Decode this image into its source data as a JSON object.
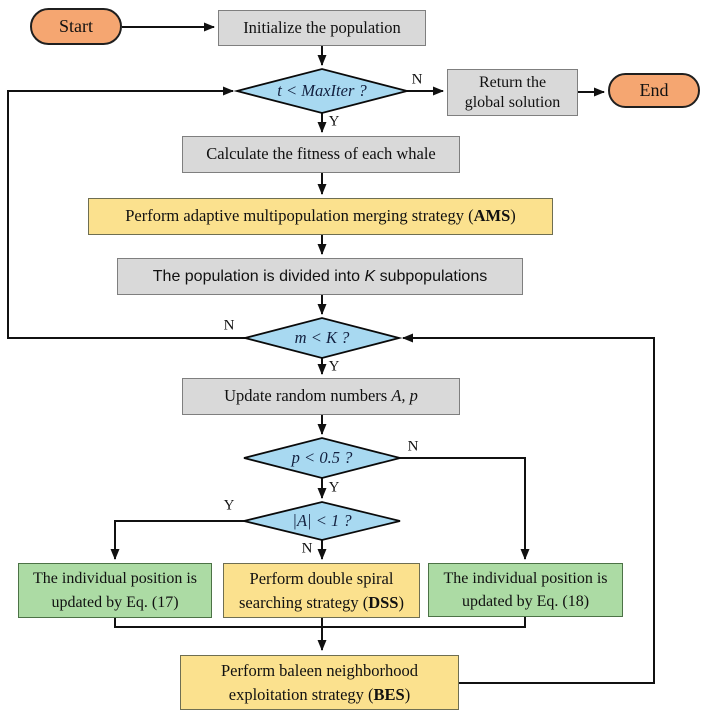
{
  "colors": {
    "terminator-fill": "#F5A671",
    "terminator-border": "#1f1f1f",
    "process-fill": "#D9D9D9",
    "process-border": "#7F7F7F",
    "strategy-fill": "#FBE18E",
    "strategy-border": "#6E6E52",
    "position-fill": "#ACDBA4",
    "position-border": "#4C7246",
    "decision-fill": "#A8D9F1",
    "decision-border": "#0a0a0a",
    "decision-text": "#13203f",
    "line": "#111111"
  },
  "nodes": {
    "start": {
      "label": "Start"
    },
    "initialize": {
      "label": "Initialize the population"
    },
    "maxiter_decision": {
      "label": "t < MaxIter ?"
    },
    "return_solution": {
      "line1": "Return the",
      "line2": "global solution"
    },
    "end": {
      "label": "End"
    },
    "calc_fitness": {
      "label": "Calculate the fitness of each whale"
    },
    "ams": {
      "pre": "Perform adaptive multipopulation merging strategy (",
      "abbr": "AMS",
      "post": ")"
    },
    "k_subpopulations": {
      "pre": "The population is divided into ",
      "var": "K",
      "post": " subpopulations"
    },
    "mk_decision": {
      "label": "m < K ?"
    },
    "update_random": {
      "pre": "Update random numbers ",
      "vars": "A, p"
    },
    "p_decision": {
      "label": "p < 0.5 ?"
    },
    "a_decision": {
      "label": "|A| < 1 ?"
    },
    "eq17": {
      "line1": "The individual position is",
      "line2": "updated by Eq. (17)"
    },
    "dss": {
      "line1": "Perform double spiral",
      "line2_pre": "searching strategy (",
      "abbr": "DSS",
      "post": ")"
    },
    "eq18": {
      "line1": "The individual position is",
      "line2": "updated by Eq. (18)"
    },
    "bes": {
      "line1": "Perform baleen neighborhood",
      "line2_pre": "exploitation strategy (",
      "abbr": "BES",
      "post": ")"
    }
  },
  "edge_labels": {
    "maxiter_no": "N",
    "maxiter_yes": "Y",
    "mk_no": "N",
    "mk_yes": "Y",
    "p_no": "N",
    "p_yes": "Y",
    "a_yes": "Y",
    "a_no": "N"
  }
}
